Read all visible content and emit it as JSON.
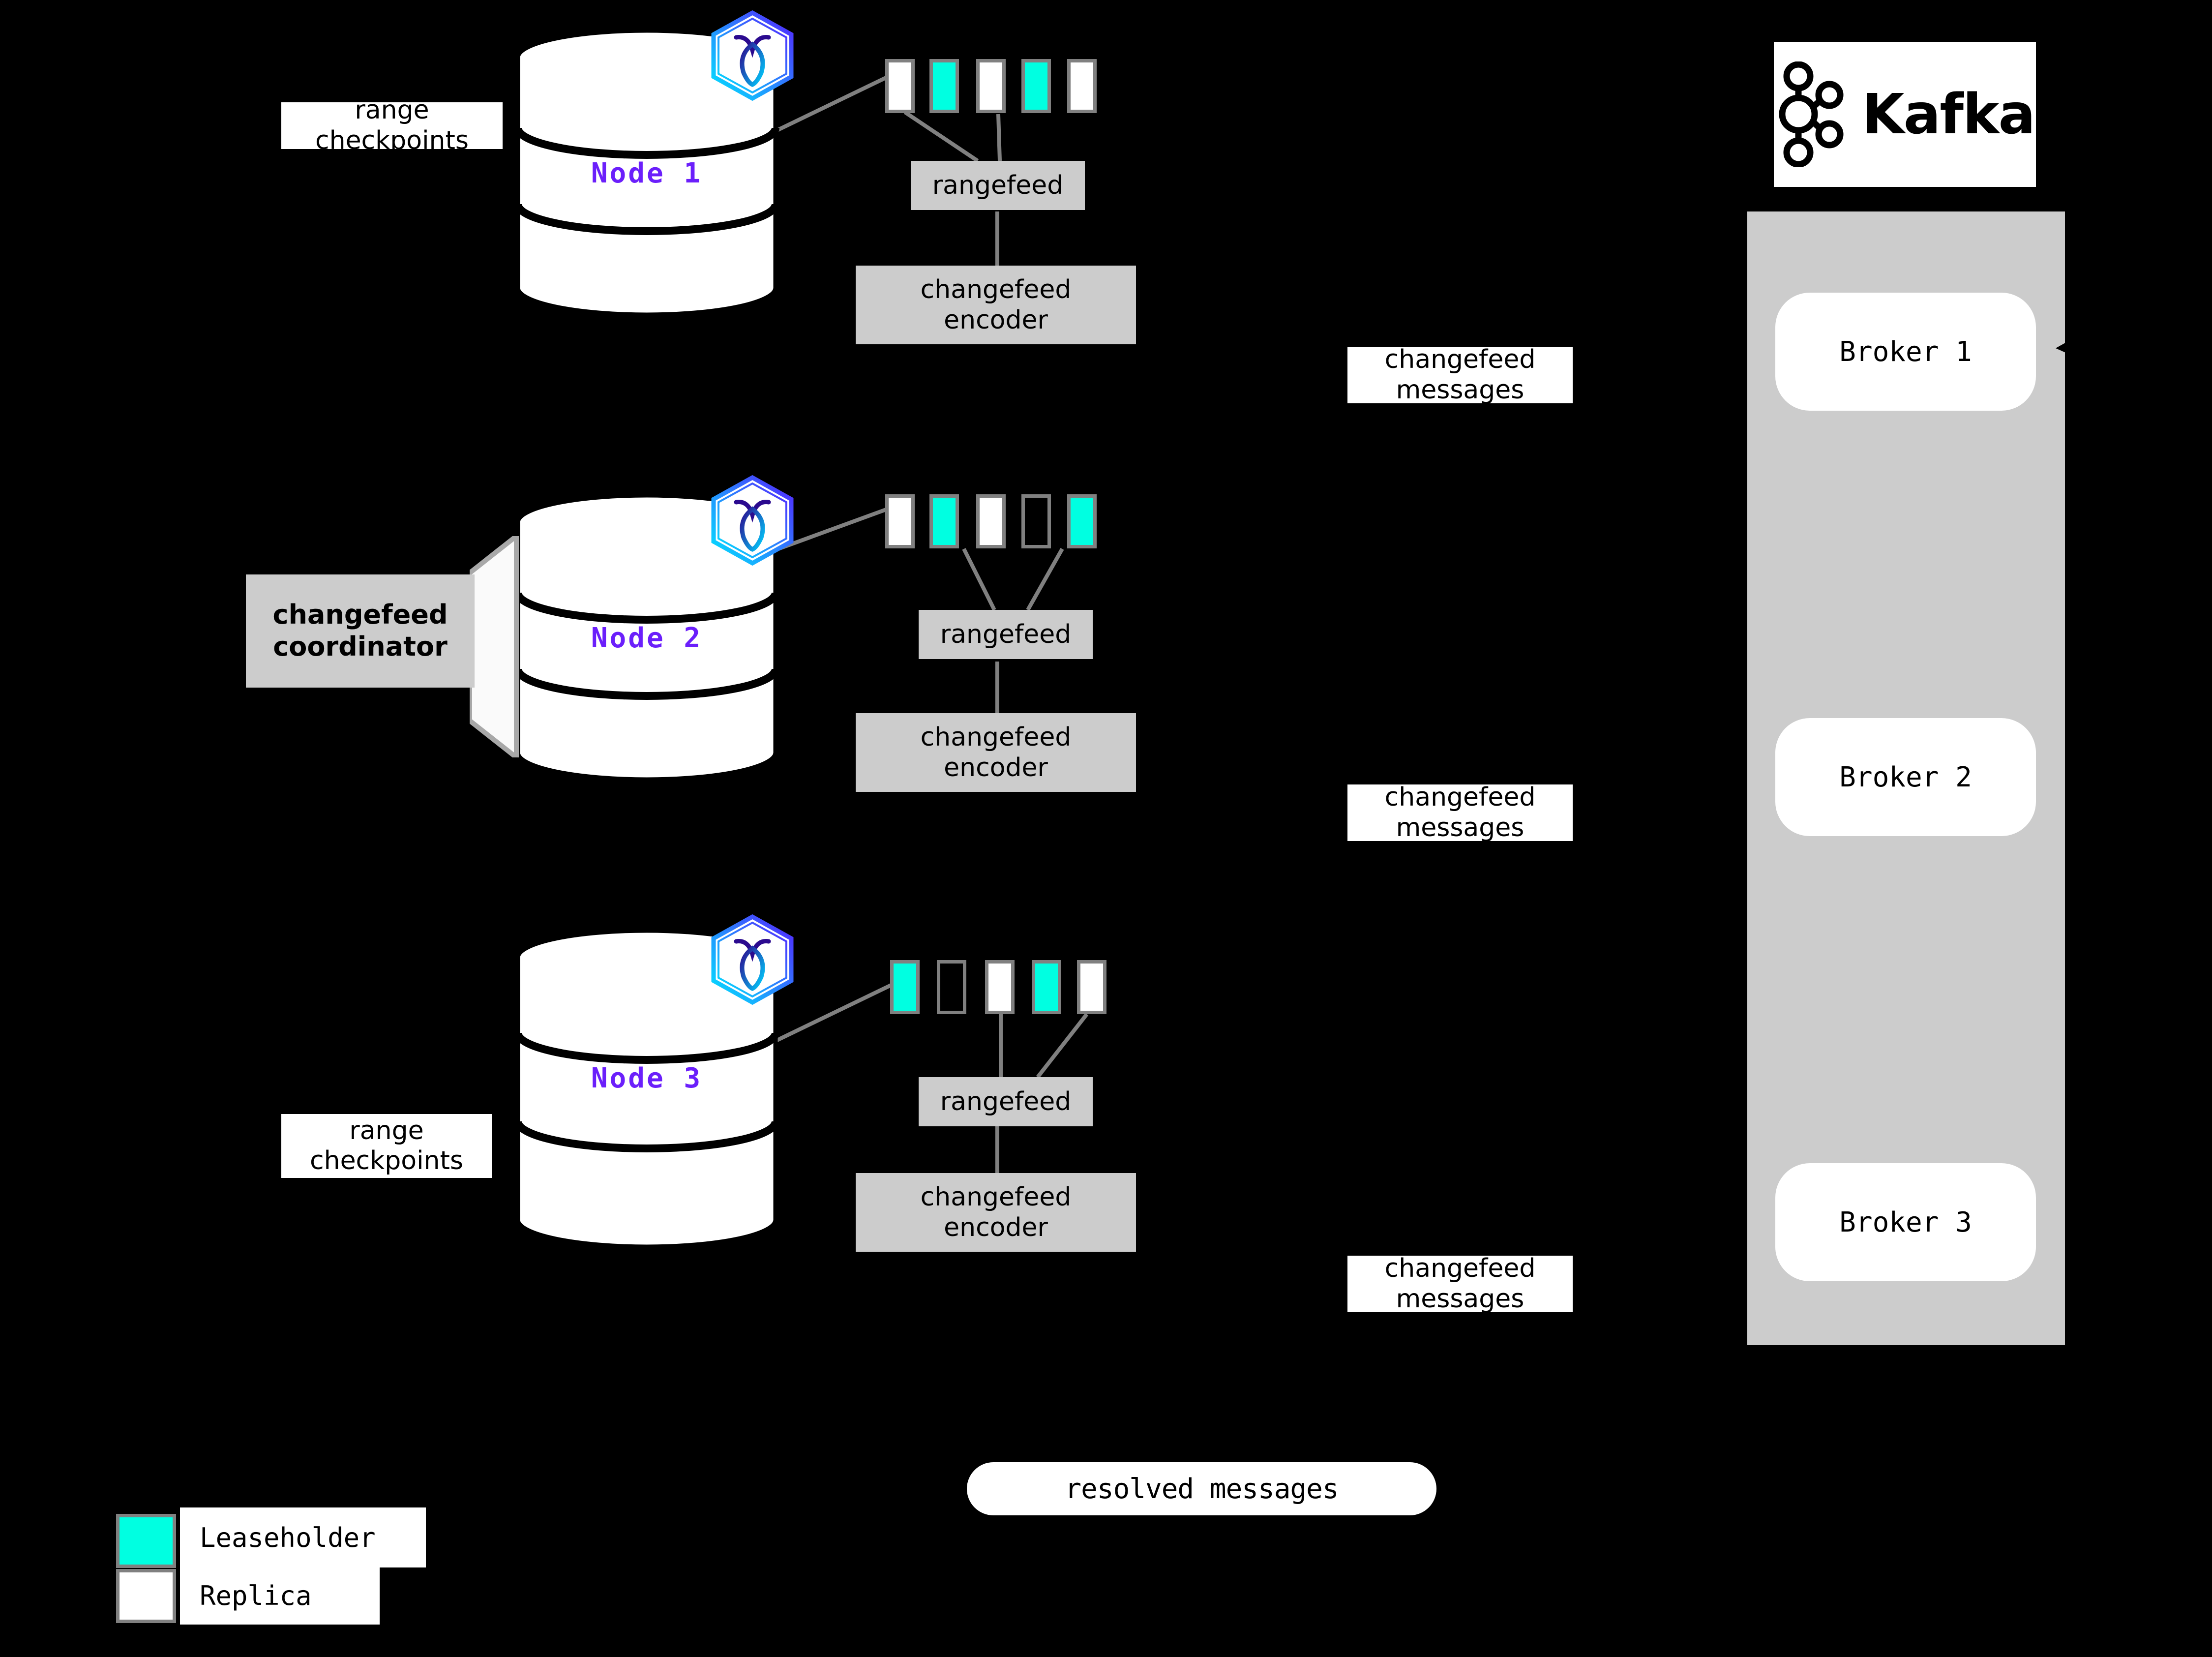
{
  "diagram": {
    "title": "CockroachDB changefeed to Kafka architecture",
    "background_color": "#000000",
    "accent_color": "#6b1ffb",
    "leaseholder_color": "#00ffe1",
    "replica_color": "#ffffff",
    "box_gray": "#cccccc",
    "stroke_gray": "#808080"
  },
  "nodes": [
    {
      "id": "node-1",
      "label": "Node 1",
      "logo_name": "cockroachdb-hex-icon",
      "checkpoint_label": "range\ncheckpoints",
      "checkpoint_line1": "range",
      "checkpoint_line2": "checkpoints",
      "ranges": [
        "replica",
        "leaseholder",
        "replica",
        "leaseholder",
        "replica"
      ],
      "rangefeed_label": "rangefeed",
      "encoder_label": "changefeed\nencoder",
      "encoder_line1": "changefeed",
      "encoder_line2": "encoder"
    },
    {
      "id": "node-2",
      "label": "Node 2",
      "logo_name": "cockroachdb-hex-icon",
      "coordinator_line1": "changefeed",
      "coordinator_line2": "coordinator",
      "ranges": [
        "replica",
        "leaseholder",
        "replica",
        "empty",
        "leaseholder"
      ],
      "rangefeed_label": "rangefeed",
      "encoder_label": "changefeed\nencoder",
      "encoder_line1": "changefeed",
      "encoder_line2": "encoder"
    },
    {
      "id": "node-3",
      "label": "Node 3",
      "logo_name": "cockroachdb-hex-icon",
      "checkpoint_label": "range\ncheckpoints",
      "checkpoint_line1": "range",
      "checkpoint_line2": "checkpoints",
      "ranges": [
        "leaseholder",
        "empty",
        "replica",
        "leaseholder",
        "replica"
      ],
      "rangefeed_label": "rangefeed",
      "encoder_label": "changefeed\nencoder",
      "encoder_line1": "changefeed",
      "encoder_line2": "encoder"
    }
  ],
  "messages": [
    {
      "line1": "changefeed",
      "line2": "messages"
    },
    {
      "line1": "changefeed",
      "line2": "messages"
    },
    {
      "line1": "changefeed",
      "line2": "messages"
    }
  ],
  "resolved": {
    "label": "resolved messages"
  },
  "kafka": {
    "logo_text": "Kafka",
    "logo_icon_name": "kafka-logo-icon",
    "brokers": [
      {
        "label": "Broker 1"
      },
      {
        "label": "Broker 2"
      },
      {
        "label": "Broker 3"
      }
    ]
  },
  "legend": {
    "items": [
      {
        "label": "Leaseholder",
        "color": "#00ffe1"
      },
      {
        "label": "Replica",
        "color": "#ffffff"
      }
    ]
  }
}
